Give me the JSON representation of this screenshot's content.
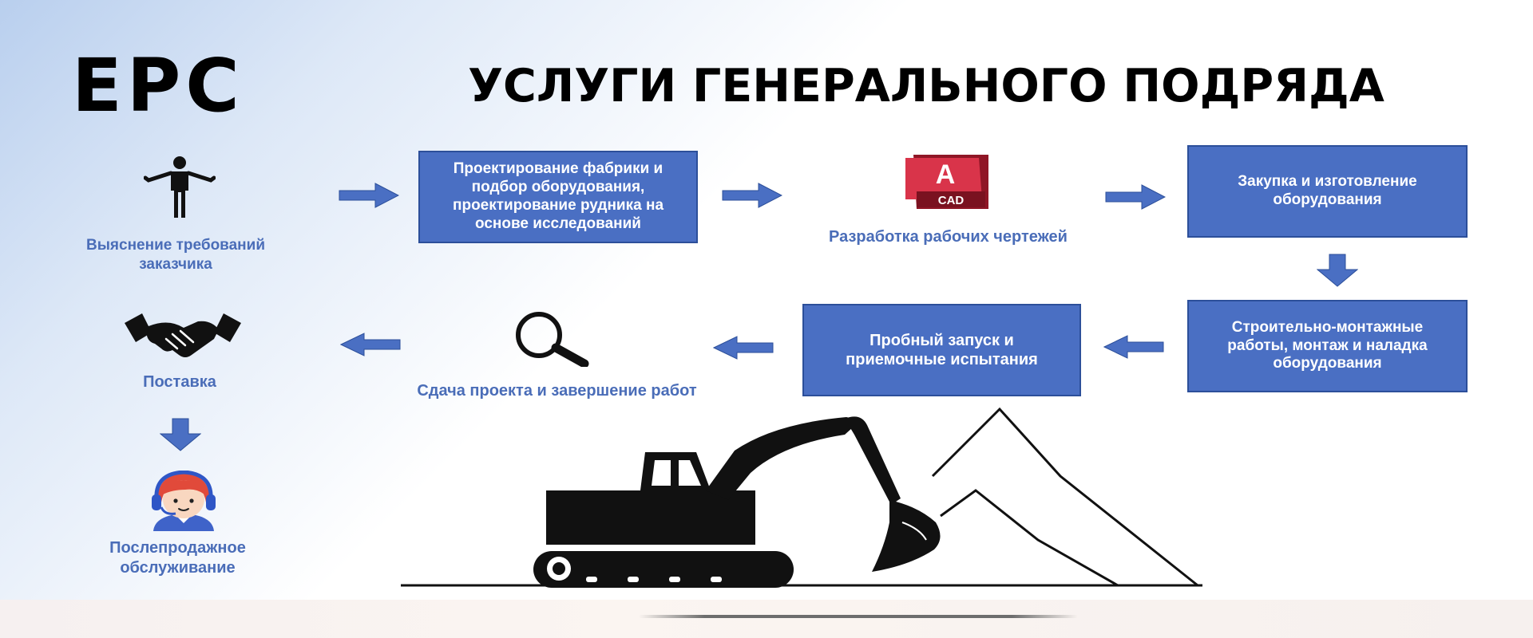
{
  "header": {
    "logo": "EPC",
    "title": "УСЛУГИ ГЕНЕРАЛЬНОГО ПОДРЯДА"
  },
  "steps": {
    "requirements": "Выяснение требований заказчика",
    "design": "Проектирование фабрики и подбор оборудования, проектирование рудника на основе исследований",
    "drawings": "Разработка рабочих чертежей",
    "procurement": "Закупка и изготовление оборудования",
    "construction": "Строительно-монтажные работы, монтаж и наладка оборудования",
    "trial": "Пробный запуск и приемочные испытания",
    "handover": "Сдача проекта и завершение работ",
    "delivery": "Поставка",
    "service": "Послепродажное обслуживание"
  },
  "icons": {
    "cad_letter": "A",
    "cad_text": "CAD"
  },
  "colors": {
    "box_fill": "#4a6fc3",
    "label_text": "#4a6db8",
    "arrow": "#4a6fc3",
    "cad_red": "#c8283c"
  }
}
